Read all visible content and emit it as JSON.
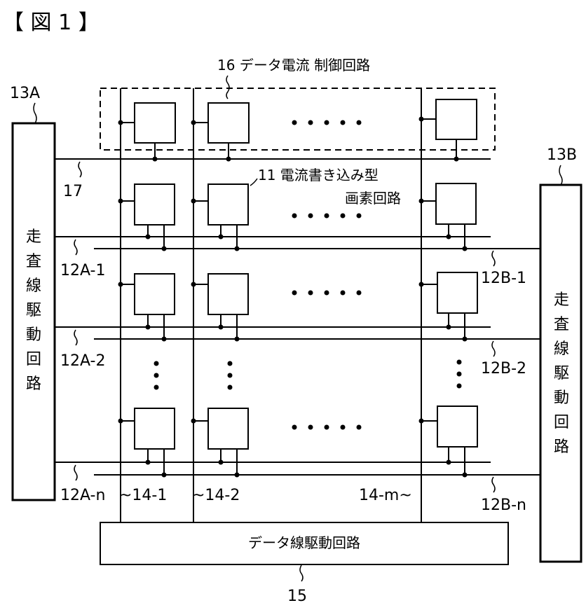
{
  "figure_label": "【 図 1 】",
  "data_current_circuit": "16 データ電流 制御回路",
  "pixel_circuit_line1": "11 電流書き込み型",
  "pixel_circuit_line2": "画素回路",
  "data_line_driver": "データ線駆動回路",
  "scan_driver_left": {
    "ref": "13A",
    "chars": [
      "走",
      "査",
      "線",
      "駆",
      "動",
      "回",
      "路"
    ]
  },
  "scan_driver_right": {
    "ref": "13B",
    "chars": [
      "走",
      "査",
      "線",
      "駆",
      "動",
      "回",
      "路"
    ]
  },
  "ref_17": "17",
  "ref_15": "15",
  "scan_lines_left": [
    "12A-1",
    "12A-2",
    "12A-n"
  ],
  "scan_lines_right": [
    "12B-1",
    "12B-2",
    "12B-n"
  ],
  "data_lines": [
    "~14-1",
    "~14-2",
    "14-m~"
  ]
}
